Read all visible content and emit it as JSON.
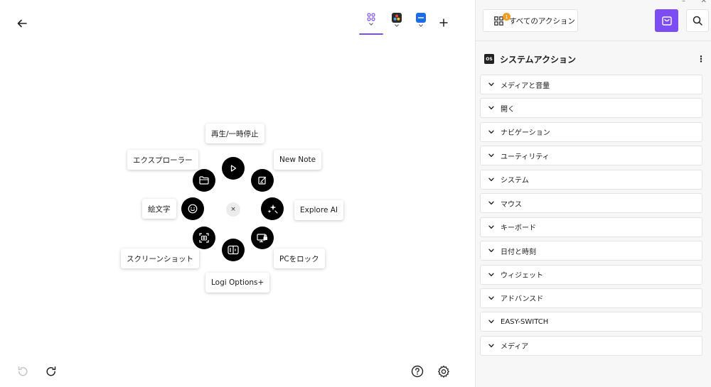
{
  "header": {
    "back_icon": "arrow-left-icon",
    "app_tabs": [
      {
        "name": "all-apps-grid",
        "icon": "grid-icon",
        "active": true
      },
      {
        "name": "davinci-resolve",
        "icon": "resolve-app-icon",
        "active": false
      },
      {
        "name": "app-3",
        "icon": "blue-window-app-icon",
        "active": false
      }
    ],
    "add_icon": "plus-icon"
  },
  "radial": {
    "center_label": "×",
    "labels": {
      "top": "再生/一時停止",
      "top_right": "New Note",
      "right": "Explore AI",
      "bottom_right": "PCをロック",
      "bottom": "Logi Options+",
      "bottom_left": "スクリーンショット",
      "left": "絵文字",
      "top_left": "エクスプローラー"
    }
  },
  "footer": {
    "undo_icon": "undo-icon",
    "redo_icon": "redo-icon",
    "help_icon": "help-circle-icon",
    "settings_icon": "gear-icon"
  },
  "panel": {
    "all_actions_label": "すべてのアクション",
    "all_actions_badge": "1",
    "section_badge": "OS",
    "section_title": "システムアクション",
    "categories": [
      "メディアと音量",
      "開く",
      "ナビゲーション",
      "ユーティリティ",
      "システム",
      "マウス",
      "キーボード",
      "日付と時刻",
      "ウィジェット",
      "アドバンスド",
      "EASY-SWITCH",
      "メディア"
    ]
  },
  "colors": {
    "accent": "#7b4df2",
    "badge": "#f39c1f",
    "ring_button": "#000000"
  }
}
